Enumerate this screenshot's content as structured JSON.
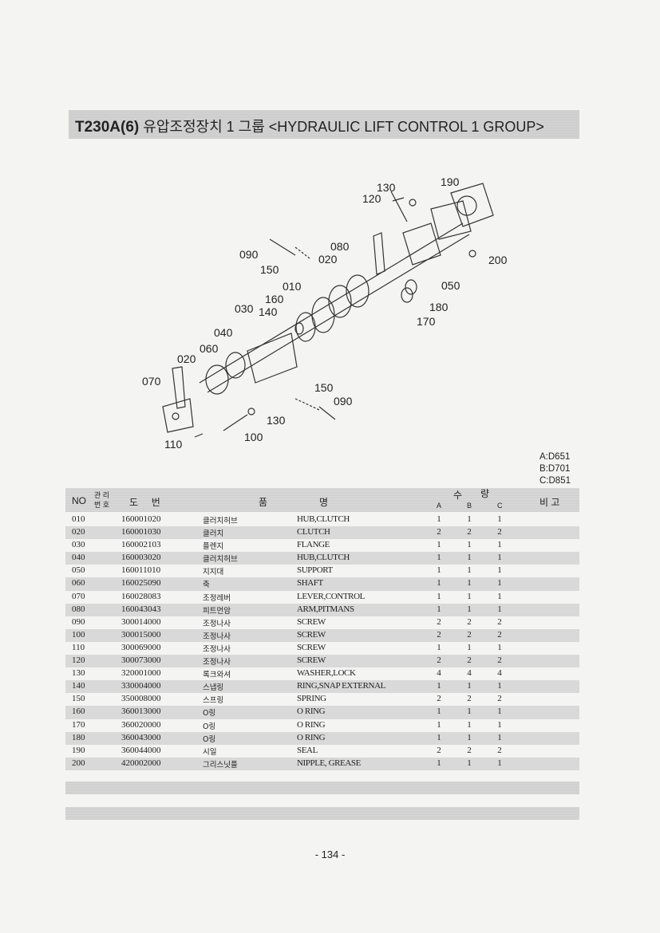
{
  "header": {
    "code": "T230A(6)",
    "korean_title": "유압조정장치 1 그룹",
    "english_title": "<HYDRAULIC LIFT CONTROL 1 GROUP>"
  },
  "diagram": {
    "callouts": [
      "130",
      "190",
      "120",
      "090",
      "080",
      "150",
      "020",
      "200",
      "010",
      "050",
      "160",
      "180",
      "030",
      "140",
      "170",
      "040",
      "060",
      "020",
      "070",
      "150",
      "090",
      "130",
      "100",
      "110"
    ]
  },
  "models": [
    "A:D651",
    "B:D701",
    "C:D851"
  ],
  "table": {
    "headers": {
      "no": "NO",
      "mgmt_top": "관 리",
      "mgmt_bottom": "번 호",
      "part_no": "도     번",
      "name_1": "품",
      "name_2": "명",
      "qty_1": "수",
      "qty_2": "량",
      "a": "A",
      "b": "B",
      "c": "C",
      "remarks": "비 고"
    },
    "rows": [
      {
        "no": "010",
        "part": "160001020",
        "kor": "클러치허브",
        "eng": "HUB,CLUTCH",
        "a": "1",
        "b": "1",
        "c": "1"
      },
      {
        "no": "020",
        "part": "160001030",
        "kor": "클러치",
        "eng": "CLUTCH",
        "a": "2",
        "b": "2",
        "c": "2"
      },
      {
        "no": "030",
        "part": "160002103",
        "kor": "플렌지",
        "eng": "FLANGE",
        "a": "1",
        "b": "1",
        "c": "1"
      },
      {
        "no": "040",
        "part": "160003020",
        "kor": "클러치허브",
        "eng": "HUB,CLUTCH",
        "a": "1",
        "b": "1",
        "c": "1"
      },
      {
        "no": "050",
        "part": "160011010",
        "kor": "지지대",
        "eng": "SUPPORT",
        "a": "1",
        "b": "1",
        "c": "1"
      },
      {
        "no": "060",
        "part": "160025090",
        "kor": "축",
        "eng": "SHAFT",
        "a": "1",
        "b": "1",
        "c": "1"
      },
      {
        "no": "070",
        "part": "160028083",
        "kor": "조정레버",
        "eng": "LEVER,CONTROL",
        "a": "1",
        "b": "1",
        "c": "1"
      },
      {
        "no": "080",
        "part": "160043043",
        "kor": "피트먼암",
        "eng": "ARM,PITMANS",
        "a": "1",
        "b": "1",
        "c": "1"
      },
      {
        "no": "090",
        "part": "300014000",
        "kor": "조정나사",
        "eng": "SCREW",
        "a": "2",
        "b": "2",
        "c": "2"
      },
      {
        "no": "100",
        "part": "300015000",
        "kor": "조정나사",
        "eng": "SCREW",
        "a": "2",
        "b": "2",
        "c": "2"
      },
      {
        "no": "110",
        "part": "300069000",
        "kor": "조정나사",
        "eng": "SCREW",
        "a": "1",
        "b": "1",
        "c": "1"
      },
      {
        "no": "120",
        "part": "300073000",
        "kor": "조정나사",
        "eng": "SCREW",
        "a": "2",
        "b": "2",
        "c": "2"
      },
      {
        "no": "130",
        "part": "320001000",
        "kor": "록크와셔",
        "eng": "WASHER,LOCK",
        "a": "4",
        "b": "4",
        "c": "4"
      },
      {
        "no": "140",
        "part": "330004000",
        "kor": "스냅링",
        "eng": "RING,SNAP EXTERNAL",
        "a": "1",
        "b": "1",
        "c": "1"
      },
      {
        "no": "150",
        "part": "350008000",
        "kor": "스프링",
        "eng": "SPRING",
        "a": "2",
        "b": "2",
        "c": "2"
      },
      {
        "no": "160",
        "part": "360013000",
        "kor": "O링",
        "eng": "O RING",
        "a": "1",
        "b": "1",
        "c": "1"
      },
      {
        "no": "170",
        "part": "360020000",
        "kor": "O링",
        "eng": "O RING",
        "a": "1",
        "b": "1",
        "c": "1"
      },
      {
        "no": "180",
        "part": "360043000",
        "kor": "O링",
        "eng": "O RING",
        "a": "1",
        "b": "1",
        "c": "1"
      },
      {
        "no": "190",
        "part": "360044000",
        "kor": "시일",
        "eng": "SEAL",
        "a": "2",
        "b": "2",
        "c": "2"
      },
      {
        "no": "200",
        "part": "420002000",
        "kor": "그리스닛플",
        "eng": "NIPPLE, GREASE",
        "a": "1",
        "b": "1",
        "c": "1"
      }
    ]
  },
  "footer": {
    "page_number": "- 134 -"
  }
}
